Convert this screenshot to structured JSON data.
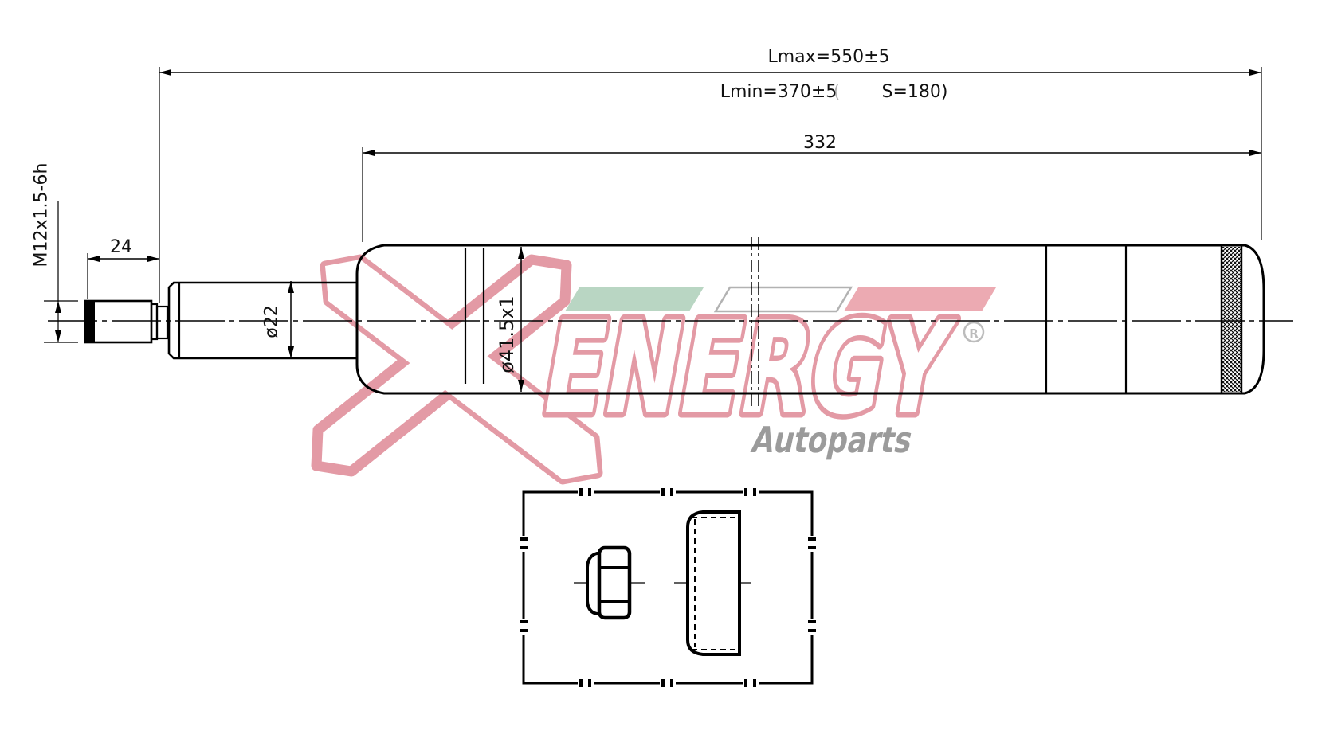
{
  "drawing": {
    "type": "shock-absorber technical drawing",
    "dimensions": {
      "lmax": "Lmax=550±5",
      "lmin": "Lmin=370±5",
      "stroke_note_paren": "(",
      "stroke_note": "S=180)",
      "body_length": "332",
      "thread_length": "24",
      "thread_spec": "M12x1.5-6h",
      "rod_diameter": "ø22",
      "tube_diameter": "ø41.5x1"
    },
    "line_color": "#000000",
    "background": "#ffffff"
  },
  "logo": {
    "brand_x": "X",
    "brand_name": "ENERGY",
    "registered_mark": "R",
    "tagline": "Autoparts",
    "colors": {
      "outline_pink": "#e39aa5",
      "stripe_green": "#b9d6c3",
      "stripe_white": "#ffffff",
      "stripe_white_border": "#b2b2b2",
      "stripe_red": "#ecaab2",
      "tagline_gray": "#9b9b9b",
      "registered_gray": "#bcbcbc"
    }
  }
}
